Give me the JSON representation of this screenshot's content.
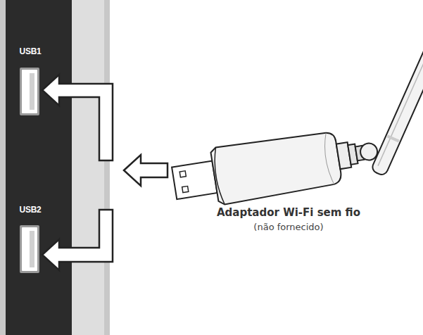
{
  "diagram": {
    "labels": [
      "USB1",
      "USB2",
      "Adaptador Wi-Fi sem fio",
      "(não fornecido)"
    ]
  }
}
